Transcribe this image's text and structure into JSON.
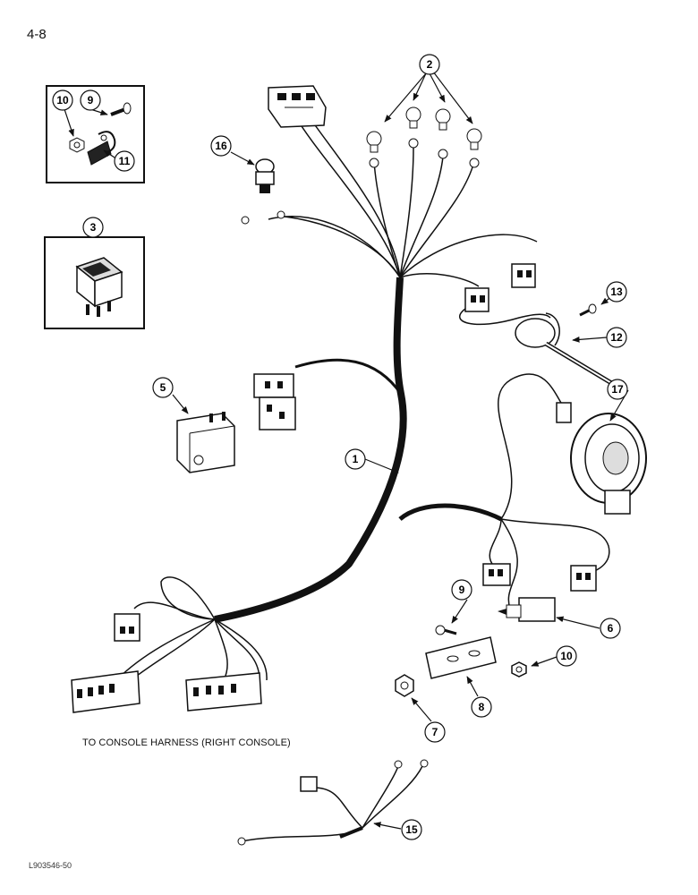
{
  "page_number": "4-8",
  "caption": "TO CONSOLE HARNESS (RIGHT CONSOLE)",
  "figure_code": "L903546-50",
  "callouts": {
    "c1": "1",
    "c2": "2",
    "c3": "3",
    "c5": "5",
    "c6": "6",
    "c7": "7",
    "c8": "8",
    "c9a": "9",
    "c9b": "9",
    "c10a": "10",
    "c10b": "10",
    "c11": "11",
    "c12": "12",
    "c13": "13",
    "c15": "15",
    "c16": "16",
    "c17": "17"
  }
}
